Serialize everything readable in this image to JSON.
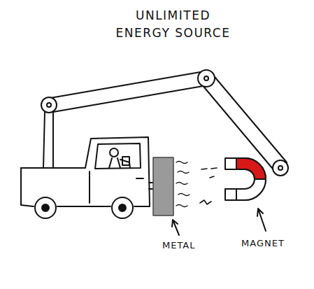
{
  "diagram": {
    "title": "UNLIMITED ENERGY SOURCE",
    "labels": [
      "METAL",
      "MAGNET"
    ]
  }
}
